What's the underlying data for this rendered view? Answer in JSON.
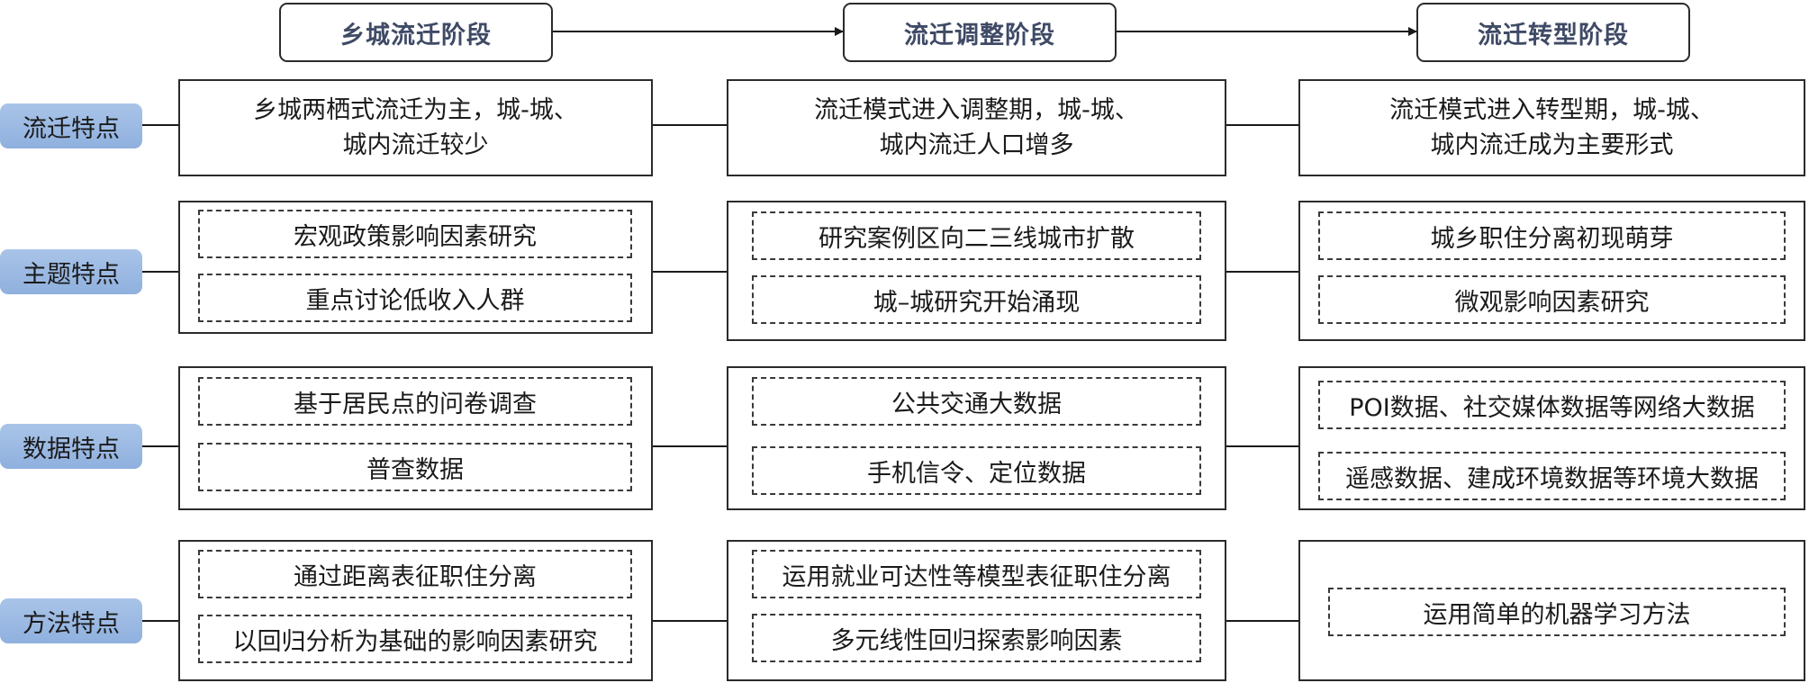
{
  "stages": [
    "乡城流迁阶段",
    "流迁调整阶段",
    "流迁转型阶段"
  ],
  "rows": [
    {
      "label": "流迁特点",
      "cells": [
        {
          "lines": [
            "乡城两栖式流迁为主，城-城、",
            "城内流迁较少"
          ]
        },
        {
          "lines": [
            "流迁模式进入调整期，城-城、",
            "城内流迁人口增多"
          ]
        },
        {
          "lines": [
            "流迁模式进入转型期，城-城、",
            "城内流迁成为主要形式"
          ]
        }
      ]
    },
    {
      "label": "主题特点",
      "cells": [
        {
          "items": [
            "宏观政策影响因素研究",
            "重点讨论低收入人群"
          ]
        },
        {
          "items": [
            "研究案例区向二三线城市扩散",
            "城–城研究开始涌现"
          ]
        },
        {
          "items": [
            "城乡职住分离初现萌芽",
            "微观影响因素研究"
          ]
        }
      ]
    },
    {
      "label": "数据特点",
      "cells": [
        {
          "items": [
            "基于居民点的问卷调查",
            "普查数据"
          ]
        },
        {
          "items": [
            "公共交通大数据",
            "手机信令、定位数据"
          ]
        },
        {
          "items": [
            "POI数据、社交媒体数据等网络大数据",
            "遥感数据、建成环境数据等环境大数据"
          ]
        }
      ]
    },
    {
      "label": "方法特点",
      "cells": [
        {
          "items": [
            "通过距离表征职住分离",
            "以回归分析为基础的影响因素研究"
          ]
        },
        {
          "items": [
            "运用就业可达性等模型表征职住分离",
            "多元线性回归探索影响因素"
          ]
        },
        {
          "items": [
            "运用简单的机器学习方法"
          ]
        }
      ]
    }
  ]
}
